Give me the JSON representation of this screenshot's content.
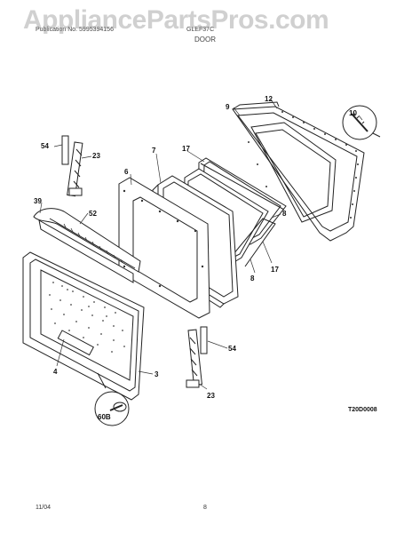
{
  "header": {
    "publication": "Publication No. 5995394156",
    "model": "GLEF37C",
    "section": "DOOR"
  },
  "watermark": "AppliancePartsPros.com",
  "diagram": {
    "callouts": {
      "c54a": "54",
      "c23a": "23",
      "c7": "7",
      "c6": "6",
      "c17a": "17",
      "c9": "9",
      "c12": "12",
      "c10": "10",
      "c39": "39",
      "c52": "52",
      "c8a": "8",
      "c8b": "8",
      "c17b": "17",
      "c4": "4",
      "c3": "3",
      "c54b": "54",
      "c23b": "23",
      "c60b": "60B"
    },
    "drawing_code": "T20D0008"
  },
  "footer": {
    "date": "11/04",
    "page": "8"
  }
}
